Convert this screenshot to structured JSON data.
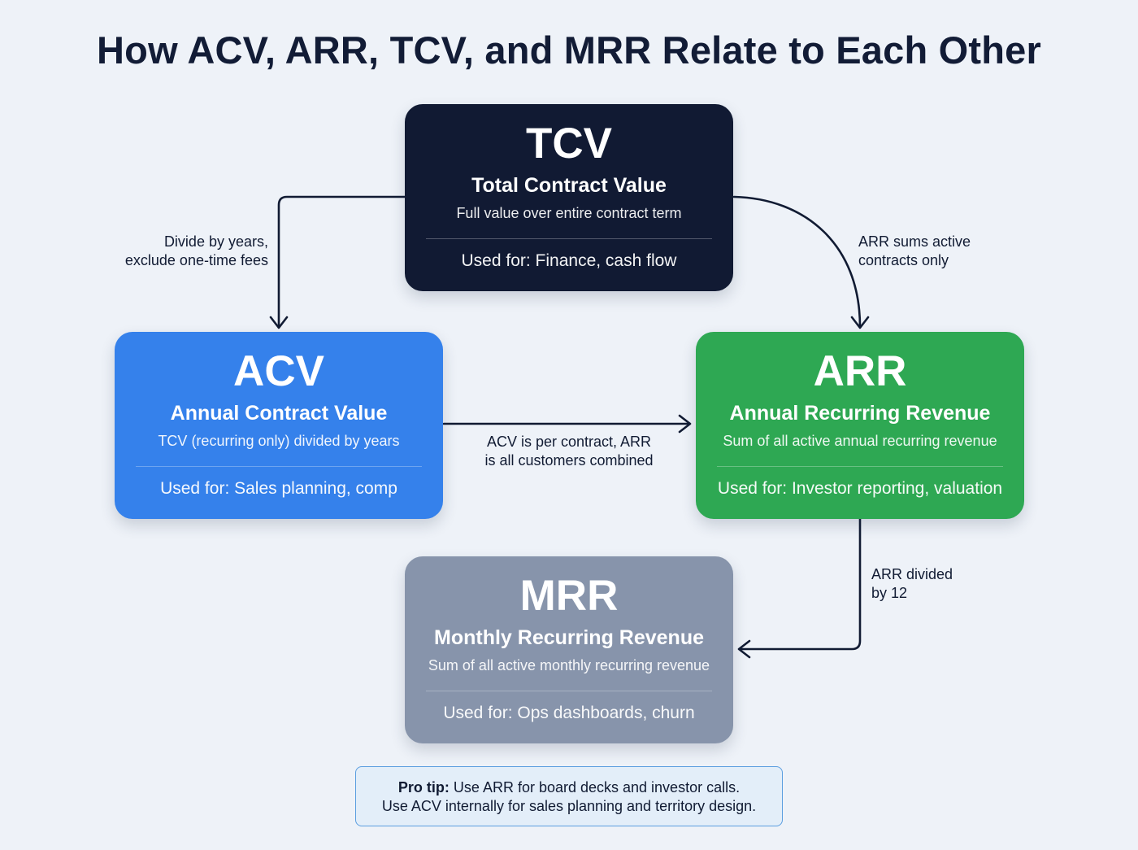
{
  "title": "How ACV, ARR, TCV, and MRR Relate to Each Other",
  "nodes": {
    "tcv": {
      "abbr": "TCV",
      "name": "Total Contract Value",
      "description": "Full value over entire contract term",
      "used_for": "Used for: Finance, cash flow",
      "color": "#111a33"
    },
    "acv": {
      "abbr": "ACV",
      "name": "Annual Contract Value",
      "description": "TCV (recurring only) divided by years",
      "used_for": "Used for: Sales planning, comp",
      "color": "#3581eb"
    },
    "arr": {
      "abbr": "ARR",
      "name": "Annual Recurring Revenue",
      "description": "Sum of all active annual recurring revenue",
      "used_for": "Used for: Investor reporting, valuation",
      "color": "#2ea853"
    },
    "mrr": {
      "abbr": "MRR",
      "name": "Monthly Recurring Revenue",
      "description": "Sum of all active monthly recurring revenue",
      "used_for": "Used for: Ops dashboards, churn",
      "color": "#8794ab"
    }
  },
  "edges": [
    {
      "from": "TCV",
      "to": "ACV",
      "label_line1": "Divide by years,",
      "label_line2": "exclude one-time fees"
    },
    {
      "from": "TCV",
      "to": "ARR",
      "label_line1": "ARR sums active",
      "label_line2": "contracts only"
    },
    {
      "from": "ACV",
      "to": "ARR",
      "label_line1": "ACV is per contract, ARR",
      "label_line2": "is all customers combined"
    },
    {
      "from": "ARR",
      "to": "MRR",
      "label_line1": "ARR divided",
      "label_line2": "by 12"
    }
  ],
  "pro_tip": {
    "label": "Pro tip:",
    "line1": "Use ARR for board decks and investor calls.",
    "line2": "Use ACV internally for sales planning and territory design."
  }
}
